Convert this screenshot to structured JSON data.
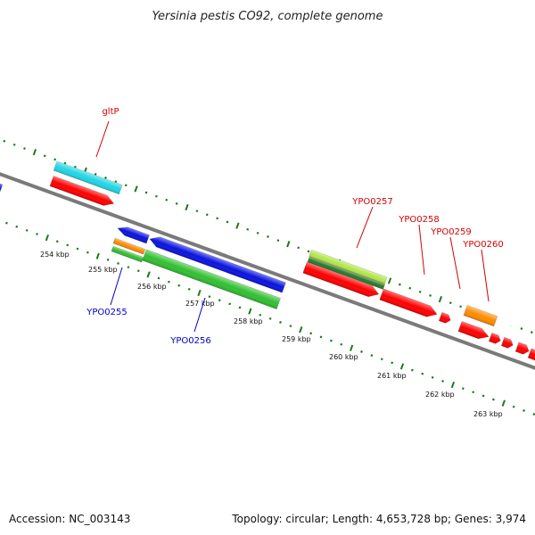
{
  "title": "Yersinia pestis CO92, complete genome",
  "footer": {
    "accession": "Accession: NC_003143",
    "summary": "Topology: circular; Length: 4,653,728 bp; Genes: 3,974"
  },
  "colors": {
    "background": "#ffffff",
    "backbone": "#7a7a7a",
    "ticks": "#1a7a1a",
    "forward_label": "#d40000",
    "reverse_label": "#0000cc",
    "cyan": "#22d6e6",
    "red": "#ff0000",
    "blue": "#0a14e0",
    "green": "#32c032",
    "lime": "#b4e84a",
    "darkgreen": "#2a7a2a",
    "orange": "#ff8c00"
  },
  "scale": {
    "tick_labels": [
      "254 kbp",
      "255 kbp",
      "256 kbp",
      "257 kbp",
      "258 kbp",
      "259 kbp",
      "260 kbp",
      "261 kbp",
      "262 kbp",
      "263 kbp"
    ]
  },
  "gene_labels": [
    {
      "name": "gltP",
      "strand": "forward"
    },
    {
      "name": "YPO0257",
      "strand": "forward"
    },
    {
      "name": "YPO0258",
      "strand": "forward"
    },
    {
      "name": "YPO0259",
      "strand": "forward"
    },
    {
      "name": "YPO0260",
      "strand": "forward"
    },
    {
      "name": "YPO0255",
      "strand": "reverse"
    },
    {
      "name": "YPO0256",
      "strand": "reverse"
    }
  ]
}
